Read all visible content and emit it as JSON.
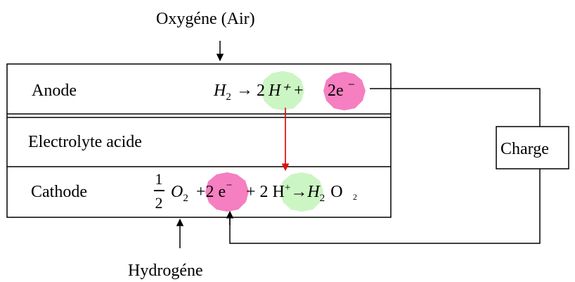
{
  "labels": {
    "top_gas": "Oxygéne (Air)",
    "bottom_gas": "Hydrogéne",
    "anode": "Anode",
    "electrolyte": "Electrolyte acide",
    "cathode": "Cathode",
    "charge": "Charge"
  },
  "anode_reaction": {
    "h": "H",
    "sub2": "2",
    "arrow": "→",
    "coef": "2",
    "hplus": "H⁺",
    "plus": "+",
    "electrons": "2e",
    "minus": "⁻"
  },
  "cathode_reaction": {
    "num": "1",
    "den": "2",
    "o": "O",
    "sub2": "2",
    "plus_electrons": "+2 e",
    "minus": "⁻",
    "plus_protons": "+ 2 H",
    "plus_sup": "+",
    "arrow": "→",
    "h": "H",
    "h_sub": "2",
    "o_out": "O",
    "stray_sub": "2"
  },
  "colors": {
    "proton_blob": "#ccf5c4",
    "electron_blob": "#f57fc0",
    "arrow_red": "#e01010"
  }
}
